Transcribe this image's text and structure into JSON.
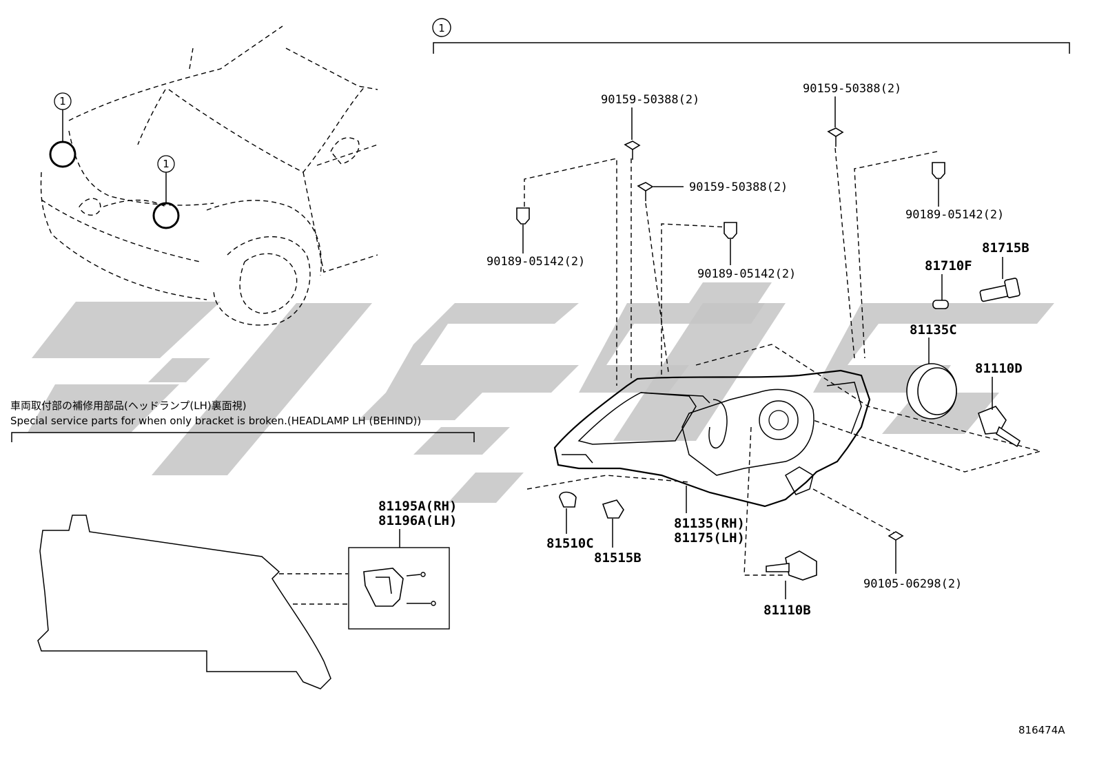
{
  "diagram": {
    "ref_marker": "1",
    "figure_id": "816474A",
    "note_jp": "車両取付部の補修用部品(ヘッドランプ(LH)裏面視)",
    "note_en": "Special service parts for when only bracket is broken.(HEADLAMP LH (BEHIND))",
    "callouts": {
      "screw_a1": "90159-50388(2)",
      "screw_a2": "90159-50388(2)",
      "screw_a3": "90159-50388(2)",
      "clip_b1": "90189-05142(2)",
      "clip_b2": "90189-05142(2)",
      "clip_b3": "90189-05142(2)",
      "bulb_81715b": "81715B",
      "bulb_81710f": "81710F",
      "cap_81135c": "81135C",
      "bulb_81110d": "81110D",
      "bracket_rh": "81195A(RH)",
      "bracket_lh": "81196A(LH)",
      "bulb_81510c": "81510C",
      "socket_81515b": "81515B",
      "lamp_rh": "81135(RH)",
      "lamp_lh": "81175(LH)",
      "bulb_81110b": "81110B",
      "screw_90105": "90105-06298(2)"
    }
  }
}
